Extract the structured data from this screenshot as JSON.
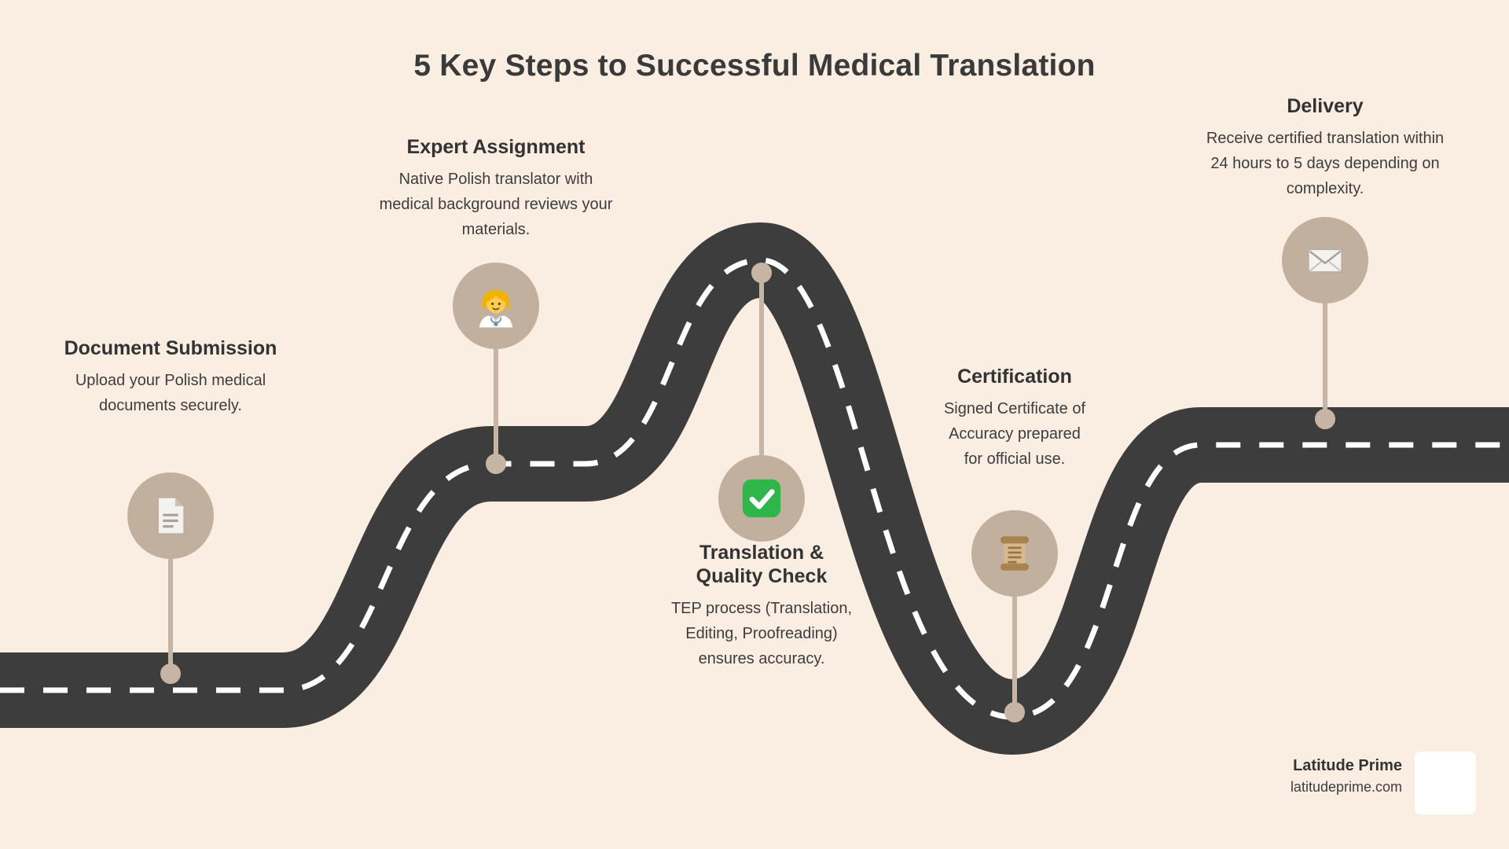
{
  "page": {
    "title": "5 Key Steps to Successful Medical Translation"
  },
  "steps": [
    {
      "id": "document-submission",
      "title": "Document Submission",
      "description": "Upload your Polish medical documents securely.",
      "icon": "document-icon"
    },
    {
      "id": "expert-assignment",
      "title": "Expert Assignment",
      "description": "Native Polish translator with medical background reviews your materials.",
      "icon": "doctor-icon"
    },
    {
      "id": "translation-quality-check",
      "title": "Translation & Quality Check",
      "description": "TEP process (Translation, Editing, Proofreading) ensures accuracy.",
      "icon": "check-icon"
    },
    {
      "id": "certification",
      "title": "Certification",
      "description": "Signed Certificate of Accuracy prepared for official use.",
      "icon": "scroll-icon"
    },
    {
      "id": "delivery",
      "title": "Delivery",
      "description": "Receive certified translation within 24 hours to 5 days depending on complexity.",
      "icon": "envelope-icon"
    }
  ],
  "footer": {
    "brand": "Latitude Prime",
    "website": "latitudeprime.com"
  },
  "colors": {
    "background": "#faeee2",
    "road": "#3d3d3d",
    "road_dash": "#ffffff",
    "accent": "#c2b09f",
    "stem": "#c6b4a4",
    "text": "#3d3d3d"
  }
}
